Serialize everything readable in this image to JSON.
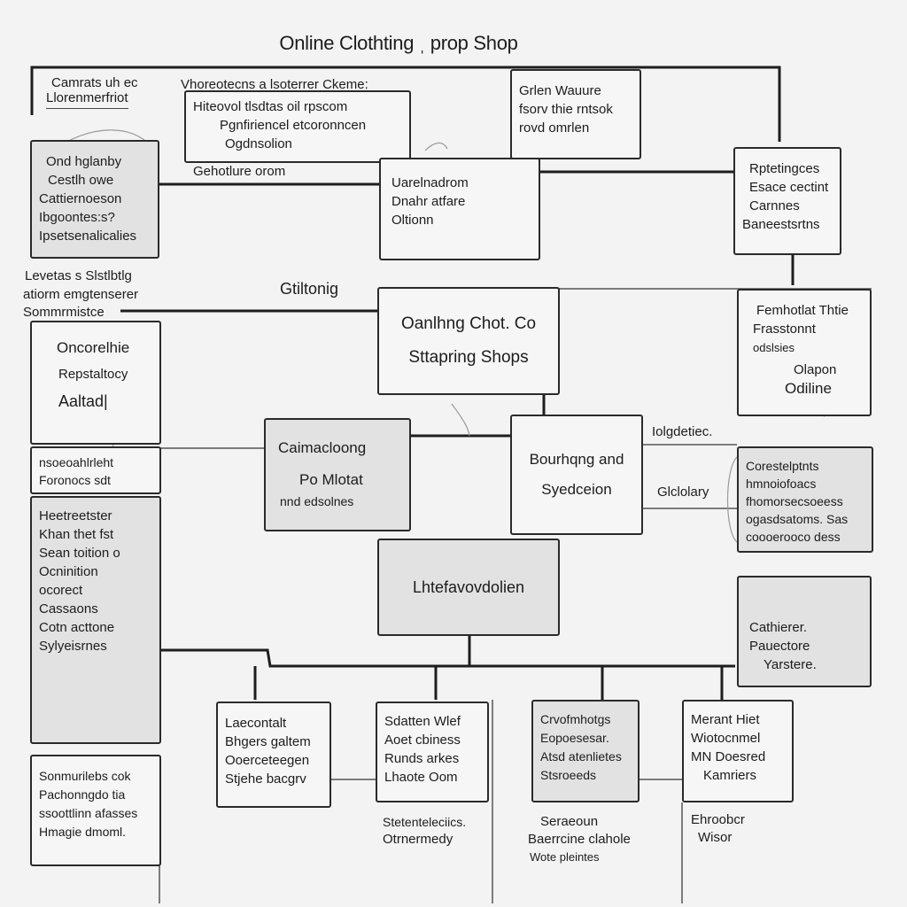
{
  "title": "Online Clothting ˌ prop Shop",
  "nodes": {
    "top_middle": [
      "Hiteovol tlsdtas oil rpscom",
      "Pgnfiriencel etcoronncen",
      "Ogdnsolion"
    ],
    "top_right": [
      "Grlen Wauure",
      "fsorv thie rntsok",
      "rovd omrlen"
    ],
    "left_upper": [
      "Ond hglanby",
      "Cestlh owe",
      "Cattiernoeson",
      "Ibgoontes:s?",
      "Ipsetsenalicalies"
    ],
    "center_upper": [
      "Uarelnadrom",
      "Dnahr atfare",
      "Oltionn"
    ],
    "right_upper": [
      "Rptetingces",
      "Esace cectint",
      "Carnnes",
      "Baneestsrtns"
    ],
    "main": [
      "Oanlhng Chot. Co",
      "Sttapring Shops"
    ],
    "right_middle": [
      "Femhotlat Thtie",
      "Frasstonnt",
      "odslsies",
      "Olapon",
      "Odiline"
    ],
    "left_middle": [
      "Oncorelhie",
      "Repstaltocy",
      "Aaltad|"
    ],
    "left_small": [
      "nsoeoahlrleht",
      "Foronocs sdt"
    ],
    "catalog": [
      "Caimacloong",
      "Po Mlotat",
      "nnd edsolnes"
    ],
    "booking": [
      "Bourhqng and",
      "Syedceion"
    ],
    "right_lower": [
      "Corestelptnts",
      "hmnoiofoacs",
      "fhomorsecsoeess",
      "ogasdsatoms. Sas",
      "coooerooco dess"
    ],
    "left_long": [
      "Heetreetster",
      "Khan thet fst",
      "Sean toition o",
      "Ocninition",
      "ocorect",
      "Cassaons",
      "Cotn acttone",
      "Sylyeisrnes"
    ],
    "integration": [
      "Lhtefavovdolien"
    ],
    "right_bottom": [
      "Cathierer.",
      "Pauectore",
      "Yarstere."
    ],
    "left_bottom": [
      "Sonmurilebs cok",
      "Pachonngdo tia",
      "ssoottlinn afasses",
      "Hmagie dmoml."
    ],
    "b1": [
      "Laecontalt",
      "Bhgers galtem",
      "Ooerceteegen",
      "Stjehe bacgrv"
    ],
    "b2": [
      "Sdatten Wlef",
      "Aoet cbiness",
      "Runds arkes",
      "Lhaote Oom"
    ],
    "b3": [
      "Crvofmhotgs",
      "Eopoesesar.",
      "Atsd atenlietes",
      "Stsroeeds"
    ],
    "b4": [
      "Merant Hiet",
      "Wiotocnmel",
      "MN Doesred",
      "Kamriers"
    ]
  },
  "labels": {
    "top_left": [
      "Camrats uh ec",
      "Llorenmerfriot"
    ],
    "top_middle_header": "Vhoreotecns a lsoterrer Ckeme:",
    "genetructure": "Gehotlure orom",
    "left_mid": [
      "Levetas s Slstlbtlg",
      "atiorm emgtenserer",
      "Sommrmistce"
    ],
    "gitlong": "Gtiltonig",
    "logdetec": "Iolgdetiec.",
    "gldary": "Glclolary",
    "under_b2": [
      "Stetenteleciics.",
      "Otrnermedy"
    ],
    "under_b3": [
      "Seraeoun",
      "Baerrcine clahole",
      "Wote pleintes"
    ],
    "under_b4": [
      "Ehroobcr",
      "Wisor"
    ]
  }
}
